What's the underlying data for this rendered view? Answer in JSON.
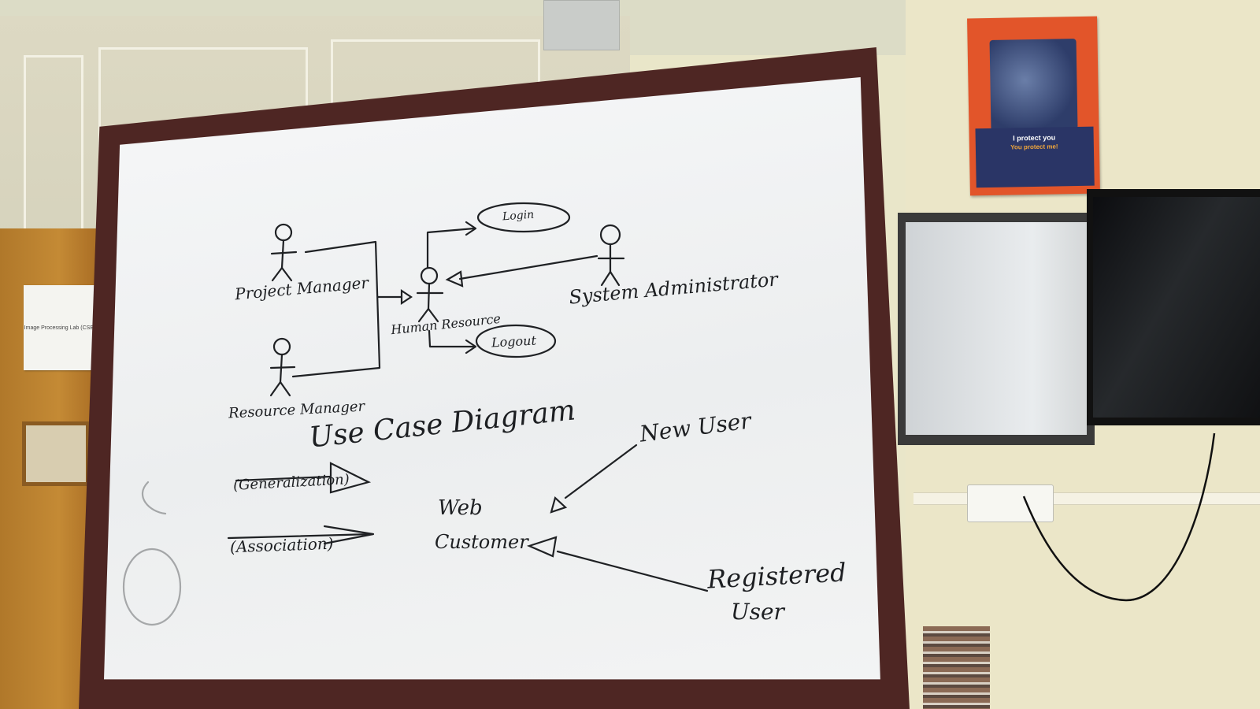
{
  "scene": {
    "lab_label": "Image Processing Lab (CSE)",
    "poster": {
      "headline": "I protect you",
      "subline": "You protect me!"
    }
  },
  "whiteboard": {
    "title": "Use Case Diagram",
    "actors": {
      "project_manager": "Project Manager",
      "resource_manager": "Resource Manager",
      "human_resource": "Human Resource",
      "system_administrator": "System Administrator",
      "web_customer_line1": "Web",
      "web_customer_line2": "Customer",
      "new_user": "New User",
      "registered_user_line1": "Registered",
      "registered_user_line2": "User"
    },
    "use_cases": {
      "login": "Login",
      "logout": "Logout"
    },
    "legend": {
      "generalization": "(Generalization)",
      "association": "(Association)"
    }
  }
}
